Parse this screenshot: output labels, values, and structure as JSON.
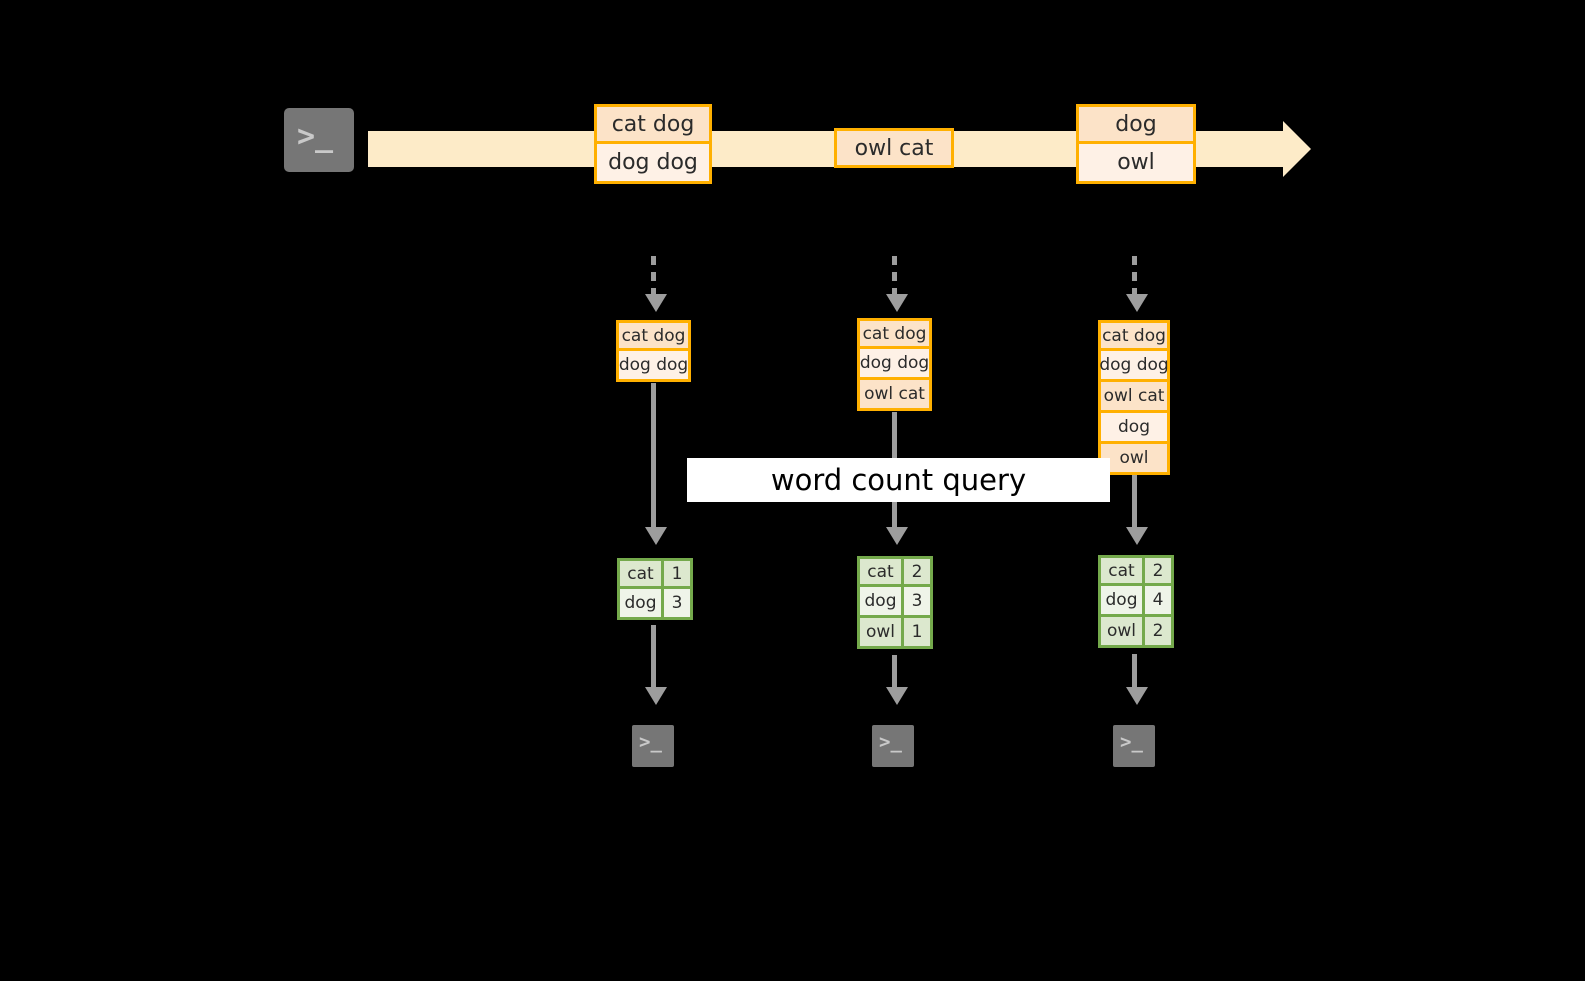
{
  "diagram": {
    "title": "word count query",
    "colors": {
      "background": "#000000",
      "stream_band": "#FDEBC8",
      "event_border": "#FFB000",
      "event_fill_dark": "#FCE3C8",
      "event_fill_light": "#FEF1E6",
      "result_border": "#74A94B",
      "result_fill_dark": "#DCE8CE",
      "result_fill_light": "#EFF4E9",
      "connector": "#9d9d9d",
      "terminal": "#767676",
      "banner_bg": "#FFFFFF"
    }
  },
  "source": {
    "icon": "terminal-icon",
    "prompt": ">_"
  },
  "stream": {
    "direction": "left-to-right",
    "events": [
      {
        "id": "e1",
        "lines": [
          "cat dog",
          "dog dog"
        ]
      },
      {
        "id": "e2",
        "lines": [
          "owl cat"
        ]
      },
      {
        "id": "e3",
        "lines": [
          "dog",
          "owl"
        ]
      }
    ]
  },
  "snapshots": [
    {
      "id": "s1",
      "state": [
        "cat dog",
        "dog dog"
      ],
      "result": {
        "rows": [
          {
            "word": "cat",
            "count": "1"
          },
          {
            "word": "dog",
            "count": "3"
          }
        ]
      },
      "sink": {
        "icon": "terminal-icon",
        "prompt": ">_"
      }
    },
    {
      "id": "s2",
      "state": [
        "cat dog",
        "dog dog",
        "owl cat"
      ],
      "result": {
        "rows": [
          {
            "word": "cat",
            "count": "2"
          },
          {
            "word": "dog",
            "count": "3"
          },
          {
            "word": "owl",
            "count": "1"
          }
        ]
      },
      "sink": {
        "icon": "terminal-icon",
        "prompt": ">_"
      }
    },
    {
      "id": "s3",
      "state": [
        "cat dog",
        "dog dog",
        "owl cat",
        "dog",
        "owl"
      ],
      "result": {
        "rows": [
          {
            "word": "cat",
            "count": "2"
          },
          {
            "word": "dog",
            "count": "4"
          },
          {
            "word": "owl",
            "count": "2"
          }
        ]
      },
      "sink": {
        "icon": "terminal-icon",
        "prompt": ">_"
      }
    }
  ]
}
